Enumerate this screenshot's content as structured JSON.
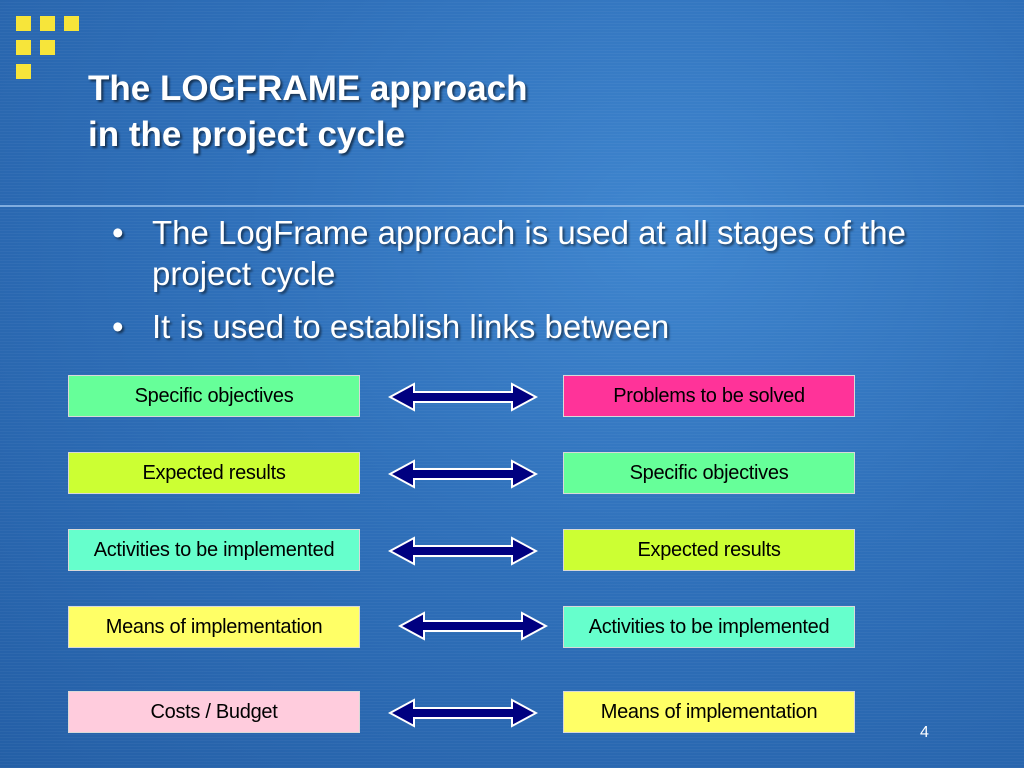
{
  "title": {
    "line1": "The LOGFRAME approach",
    "line2": "in the project cycle"
  },
  "bullets": [
    {
      "marker": "•",
      "text": "The LogFrame approach is used at all stages of the project cycle"
    },
    {
      "marker": "•",
      "text": "It is used to establish links between"
    }
  ],
  "links": [
    {
      "left": "Specific objectives",
      "right": "Problems to be solved"
    },
    {
      "left": "Expected results",
      "right": "Specific objectives"
    },
    {
      "left": "Activities to be implemented",
      "right": "Expected results"
    },
    {
      "left": "Means of implementation",
      "right": "Activities to be implemented"
    },
    {
      "left": "Costs / Budget",
      "right": "Means of implementation"
    }
  ],
  "colors": {
    "green": "#66ff99",
    "yellow_green": "#ccff33",
    "aqua": "#66ffcc",
    "yellow": "#ffff66",
    "pink": "#ffccdd",
    "magenta": "#ff3399",
    "arrow_fill": "#000080",
    "logo": "#f7e53a"
  },
  "page_number": "4"
}
